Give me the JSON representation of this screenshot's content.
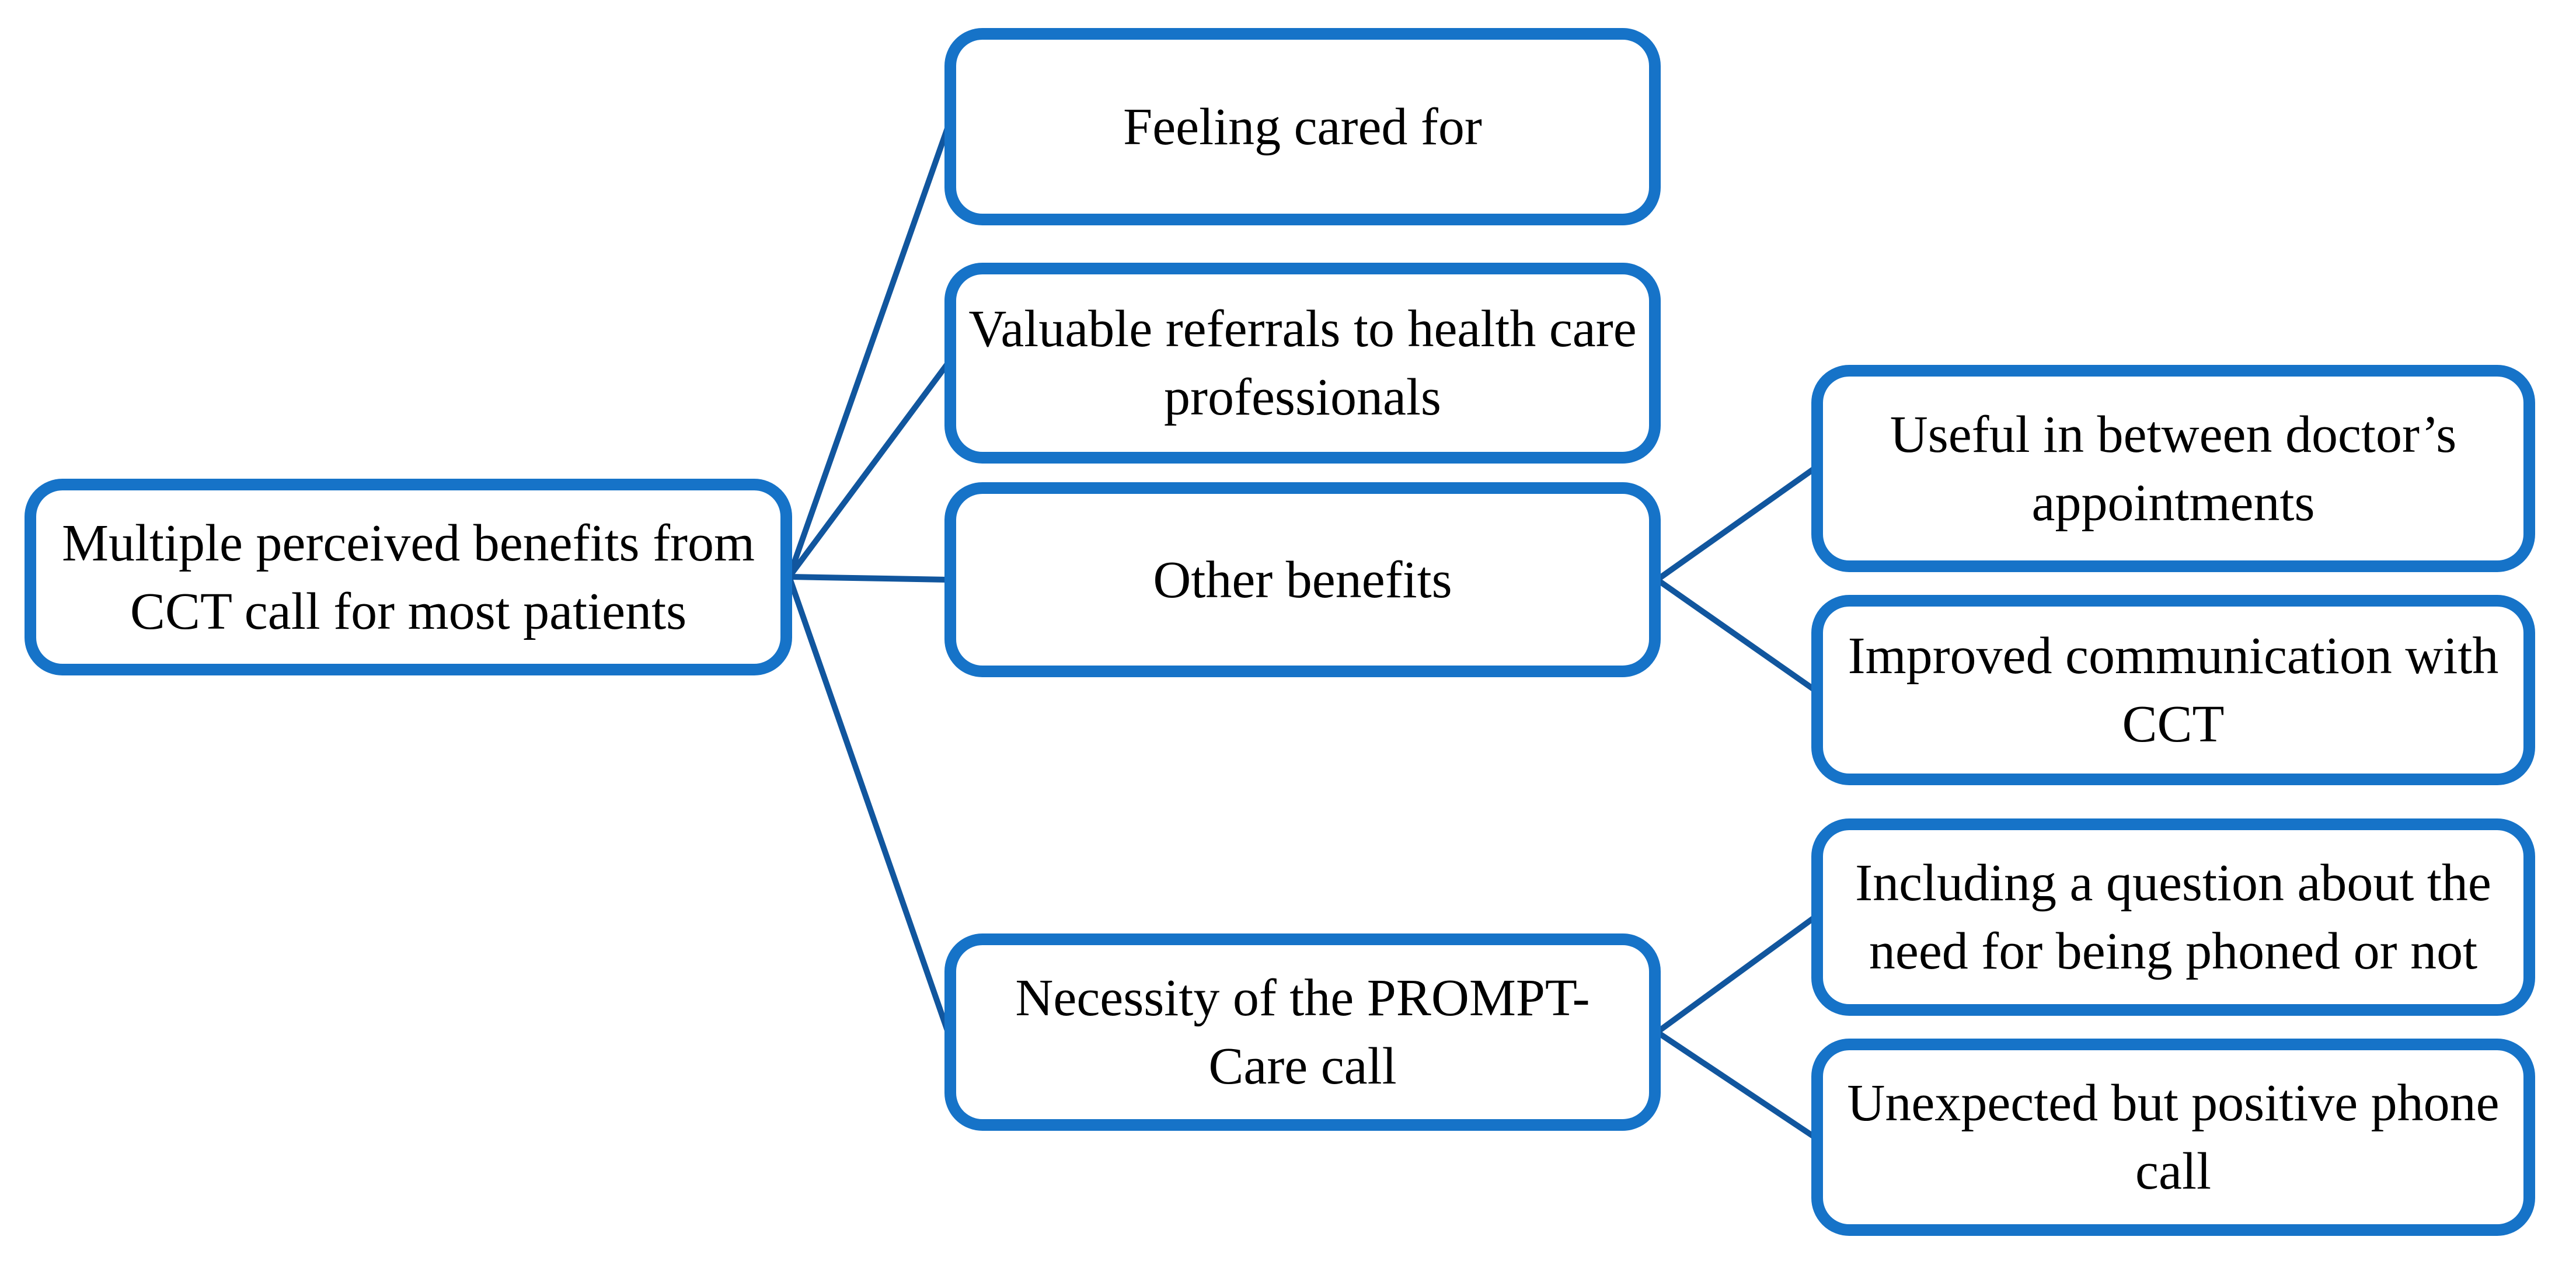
{
  "diagram": {
    "type": "horizontal-hierarchy",
    "background_color": "#FFFFFF",
    "box_border_color": "#1673C8",
    "box_fill_color": "#FFFFFF",
    "connector_color": "#11569E",
    "text_color": "#000000",
    "root": {
      "label": "Multiple perceived benefits from CCT call for most patients"
    },
    "themes": [
      {
        "label": "Feeling cared for"
      },
      {
        "label": "Valuable referrals to health care professionals"
      },
      {
        "label": "Other benefits"
      },
      {
        "label": "Necessity of the PROMPT-Care call"
      }
    ],
    "subthemes": [
      {
        "parent": "Other benefits",
        "label": "Useful in between doctor’s appointments"
      },
      {
        "parent": "Other benefits",
        "label": "Improved communication with CCT"
      },
      {
        "parent": "Necessity of the PROMPT-Care call",
        "label": "Including a question about the need for being phoned or not"
      },
      {
        "parent": "Necessity of the PROMPT-Care call",
        "label": "Unexpected but positive phone call"
      }
    ]
  }
}
